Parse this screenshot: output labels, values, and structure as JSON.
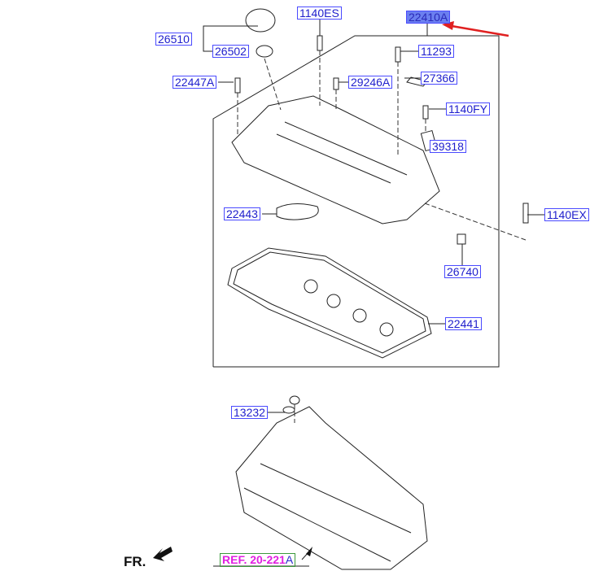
{
  "diagram": {
    "selected_part": "22410A",
    "parts": [
      "26510",
      "26502",
      "1140ES",
      "22410A",
      "11293",
      "27366",
      "22447A",
      "29246A",
      "1140FY",
      "39318",
      "22443",
      "1140EX",
      "26740",
      "22441",
      "13232"
    ],
    "reference": {
      "prefix": "REF. 20-221",
      "suffix": "A"
    },
    "front_indicator": "FR.",
    "colors": {
      "label_border": "#4a4aff",
      "selected_fill": "#6b7ff0",
      "arrow": "#e02020",
      "ref_border": "#3c9a3c",
      "ref_text": "#e020e0"
    }
  }
}
